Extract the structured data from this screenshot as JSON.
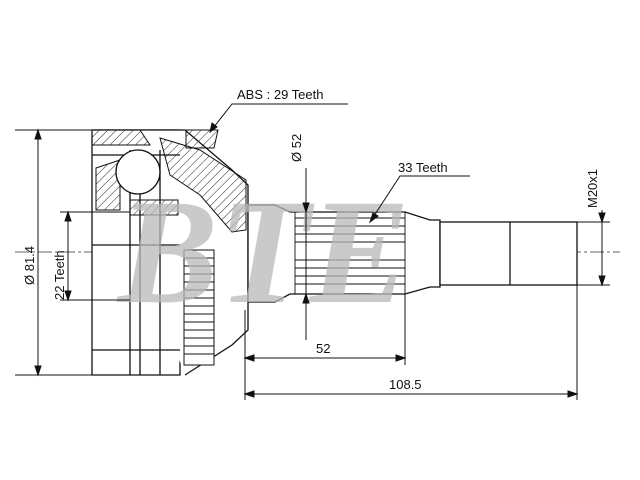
{
  "labels": {
    "abs_teeth": "ABS : 29 Teeth",
    "outer_diameter": "Ø 52",
    "spline_teeth": "33 Teeth",
    "thread": "M20x1",
    "body_diameter": "Ø 81.4",
    "inner_teeth": "22 Teeth",
    "shaft_length": "52",
    "total_length": "108.5"
  },
  "watermark": {
    "text": "BTE",
    "color": "#b9b9b9"
  }
}
